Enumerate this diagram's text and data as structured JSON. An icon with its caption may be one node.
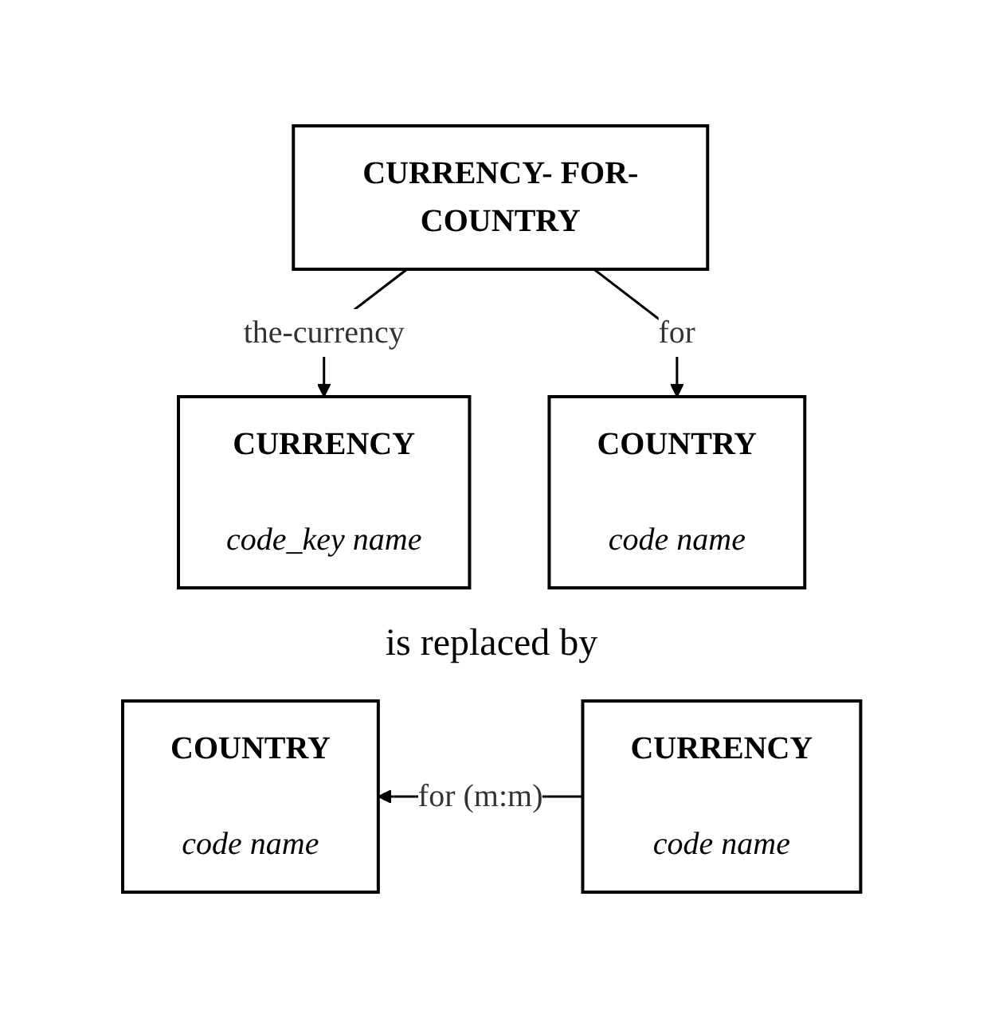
{
  "diagram": {
    "nodes": [
      {
        "text": [
          "CURRENCY- FOR-COUNTRY"
        ]
      },
      {
        "text": [
          "CURRENCY",
          "code_key name"
        ]
      },
      {
        "text": [
          "COUNTRY",
          "code name"
        ]
      },
      {
        "text": [
          "COUNTRY",
          "code name"
        ]
      },
      {
        "text": [
          "CURRENCY",
          "code name"
        ]
      }
    ],
    "edges": [
      {
        "from": 0,
        "to": 1,
        "arrow": "to",
        "label": "the-currency"
      },
      {
        "from": 0,
        "to": 2,
        "arrow": "to",
        "label": "for"
      },
      {
        "from": 4,
        "to": 3,
        "arrow": "to",
        "label": "for (m:m)"
      }
    ],
    "labels": [
      "is replaced by"
    ]
  }
}
